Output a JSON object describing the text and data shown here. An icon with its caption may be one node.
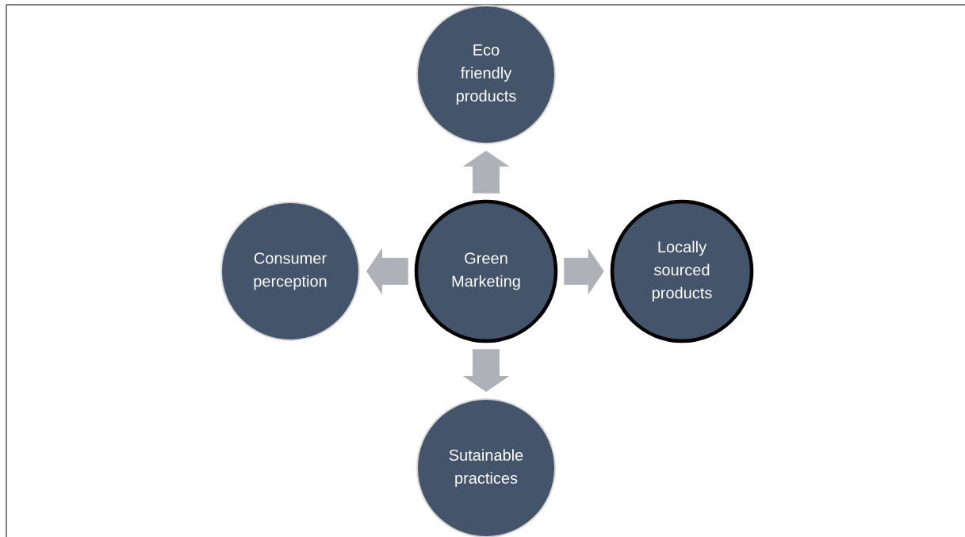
{
  "diagram": {
    "nodes": [
      {
        "text": [
          "Eco friendly products"
        ]
      },
      {
        "text": [
          "Consumer perception"
        ]
      },
      {
        "text": [
          "Green Marketing"
        ]
      },
      {
        "text": [
          "Locally sourced products"
        ]
      },
      {
        "text": [
          "Sutainable practices"
        ]
      }
    ],
    "edges": [
      {
        "from": 2,
        "to": 0,
        "arrow": "to"
      },
      {
        "from": 2,
        "to": 1,
        "arrow": "to"
      },
      {
        "from": 2,
        "to": 3,
        "arrow": "to"
      },
      {
        "from": 2,
        "to": 4,
        "arrow": "to"
      }
    ]
  }
}
